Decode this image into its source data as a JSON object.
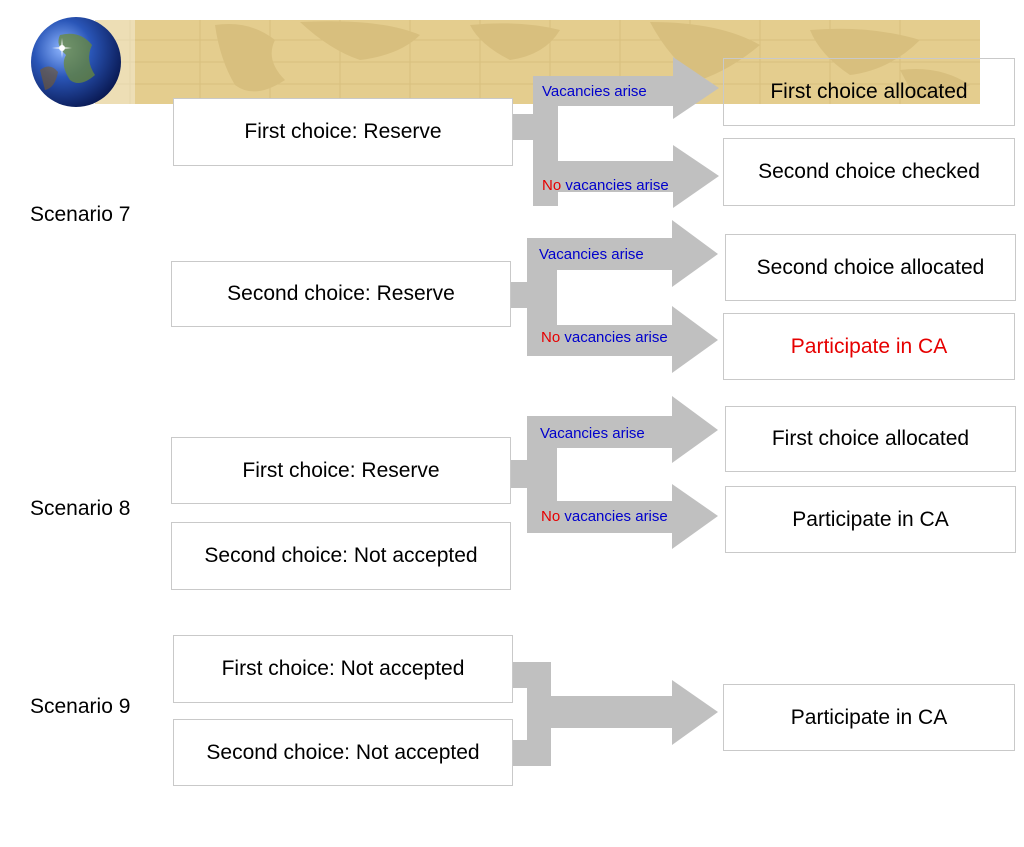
{
  "banner": {
    "map_color": "#e4cd8e",
    "logo": "globe-icon"
  },
  "colors": {
    "arrow": "#c0c0c0",
    "negative": "#e60000",
    "arrow_text": "#0000cc"
  },
  "scenarios": {
    "s7": {
      "label": "Scenario 7",
      "first_choice": "First choice: Reserve",
      "second_choice": "Second choice: Reserve",
      "arrow_top_1": "Vacancies arise",
      "arrow_bottom_1_no": "No",
      "arrow_bottom_1_rest": " vacancies arise",
      "arrow_top_2": "Vacancies arise",
      "arrow_bottom_2_no": "No",
      "arrow_bottom_2_rest": " vacancies arise",
      "outcome_1": "First choice allocated",
      "outcome_2": "Second choice checked",
      "outcome_3": "Second choice allocated",
      "outcome_4": "Participate in CA"
    },
    "s8": {
      "label": "Scenario 8",
      "first_choice": "First choice: Reserve",
      "second_choice": "Second choice: Not accepted",
      "arrow_top": "Vacancies arise",
      "arrow_bottom_no": "No",
      "arrow_bottom_rest": " vacancies arise",
      "outcome_1": "First choice allocated",
      "outcome_2": "Participate in CA"
    },
    "s9": {
      "label": "Scenario 9",
      "first_choice": "First choice: Not accepted",
      "second_choice": "Second choice: Not accepted",
      "outcome": "Participate in CA"
    }
  }
}
